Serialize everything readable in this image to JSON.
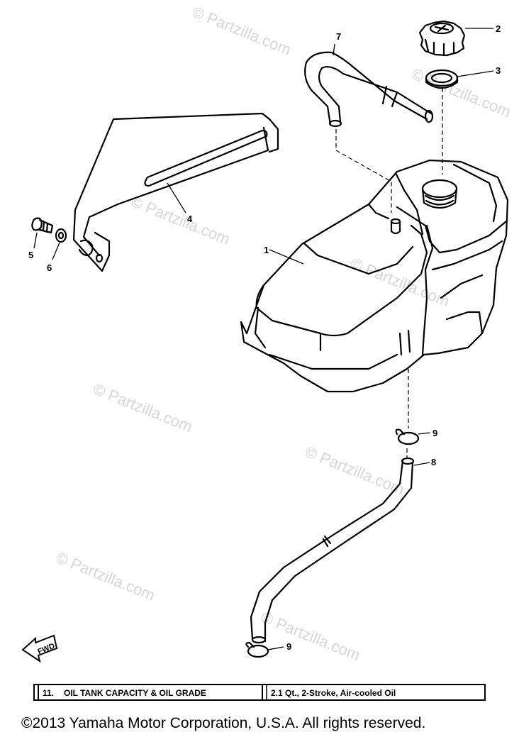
{
  "watermark": {
    "text": "© Partzilla.com"
  },
  "parts": [
    {
      "number": "1"
    },
    {
      "number": "2"
    },
    {
      "number": "3"
    },
    {
      "number": "4"
    },
    {
      "number": "5"
    },
    {
      "number": "6"
    },
    {
      "number": "7"
    },
    {
      "number": "8"
    },
    {
      "number": "9"
    }
  ],
  "fwd_arrow": {
    "label": "FWD"
  },
  "spec_table": {
    "item_number": "11.",
    "item_label": "OIL TANK CAPACITY & OIL GRADE",
    "item_value": "2.1 Qt., 2-Stroke, Air-cooled Oil"
  },
  "footer": {
    "copyright": "©2013  Yamaha Motor Corporation, U.S.A. All rights reserved."
  }
}
